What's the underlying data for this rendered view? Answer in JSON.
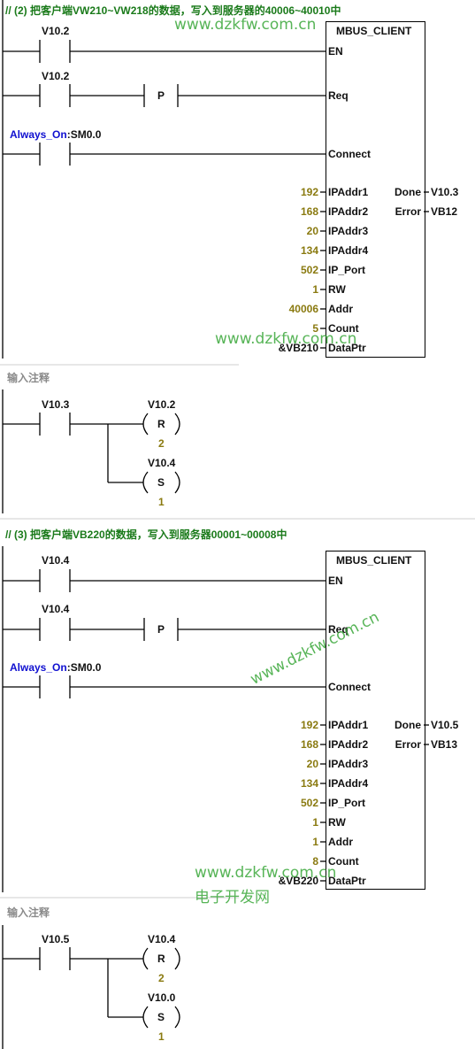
{
  "network2": {
    "comment": "//  (2) 把客户端VW210~VW218的数据，写入到服务器的40006~40010中",
    "block_title": "MBUS_CLIENT",
    "en_contact": "V10.2",
    "req_contact": "V10.2",
    "p_label": "P",
    "connect_prefix": "Always_On",
    "connect_suffix": ":SM0.0",
    "pins": {
      "en": "EN",
      "req": "Req",
      "connect": "Connect",
      "ipaddr1": "IPAddr1",
      "ipaddr2": "IPAddr2",
      "ipaddr3": "IPAddr3",
      "ipaddr4": "IPAddr4",
      "ip_port": "IP_Port",
      "rw": "RW",
      "addr": "Addr",
      "count": "Count",
      "dataptr": "DataPtr",
      "done": "Done",
      "error": "Error"
    },
    "values": {
      "ipaddr1": "192",
      "ipaddr2": "168",
      "ipaddr3": "20",
      "ipaddr4": "134",
      "ip_port": "502",
      "rw": "1",
      "addr": "40006",
      "count": "5",
      "dataptr": "&VB210"
    },
    "outputs": {
      "done": "V10.3",
      "error": "VB12"
    }
  },
  "network2b": {
    "comment": "输入注释",
    "contact": "V10.3",
    "coil1": {
      "addr": "V10.2",
      "type": "R",
      "n": "2"
    },
    "coil2": {
      "addr": "V10.4",
      "type": "S",
      "n": "1"
    }
  },
  "network3": {
    "comment": "//  (3) 把客户端VB220的数据，写入到服务器00001~00008中",
    "block_title": "MBUS_CLIENT",
    "en_contact": "V10.4",
    "req_contact": "V10.4",
    "p_label": "P",
    "connect_prefix": "Always_On",
    "connect_suffix": ":SM0.0",
    "pins": {
      "en": "EN",
      "req": "Req",
      "connect": "Connect",
      "ipaddr1": "IPAddr1",
      "ipaddr2": "IPAddr2",
      "ipaddr3": "IPAddr3",
      "ipaddr4": "IPAddr4",
      "ip_port": "IP_Port",
      "rw": "RW",
      "addr": "Addr",
      "count": "Count",
      "dataptr": "DataPtr",
      "done": "Done",
      "error": "Error"
    },
    "values": {
      "ipaddr1": "192",
      "ipaddr2": "168",
      "ipaddr3": "20",
      "ipaddr4": "134",
      "ip_port": "502",
      "rw": "1",
      "addr": "1",
      "count": "8",
      "dataptr": "&VB220"
    },
    "outputs": {
      "done": "V10.5",
      "error": "VB13"
    }
  },
  "network3b": {
    "comment": "输入注释",
    "contact": "V10.5",
    "coil1": {
      "addr": "V10.4",
      "type": "R",
      "n": "2"
    },
    "coil2": {
      "addr": "V10.0",
      "type": "S",
      "n": "1"
    }
  },
  "watermarks": {
    "wm1": "www.dzkfw.com.cn",
    "wm2": "www.dzkfw.com.cn",
    "wm3": "www.dzkfw.com.cn",
    "wm4": "www.dzkfw.com.cn",
    "wm4_cn": "电子开发网"
  }
}
